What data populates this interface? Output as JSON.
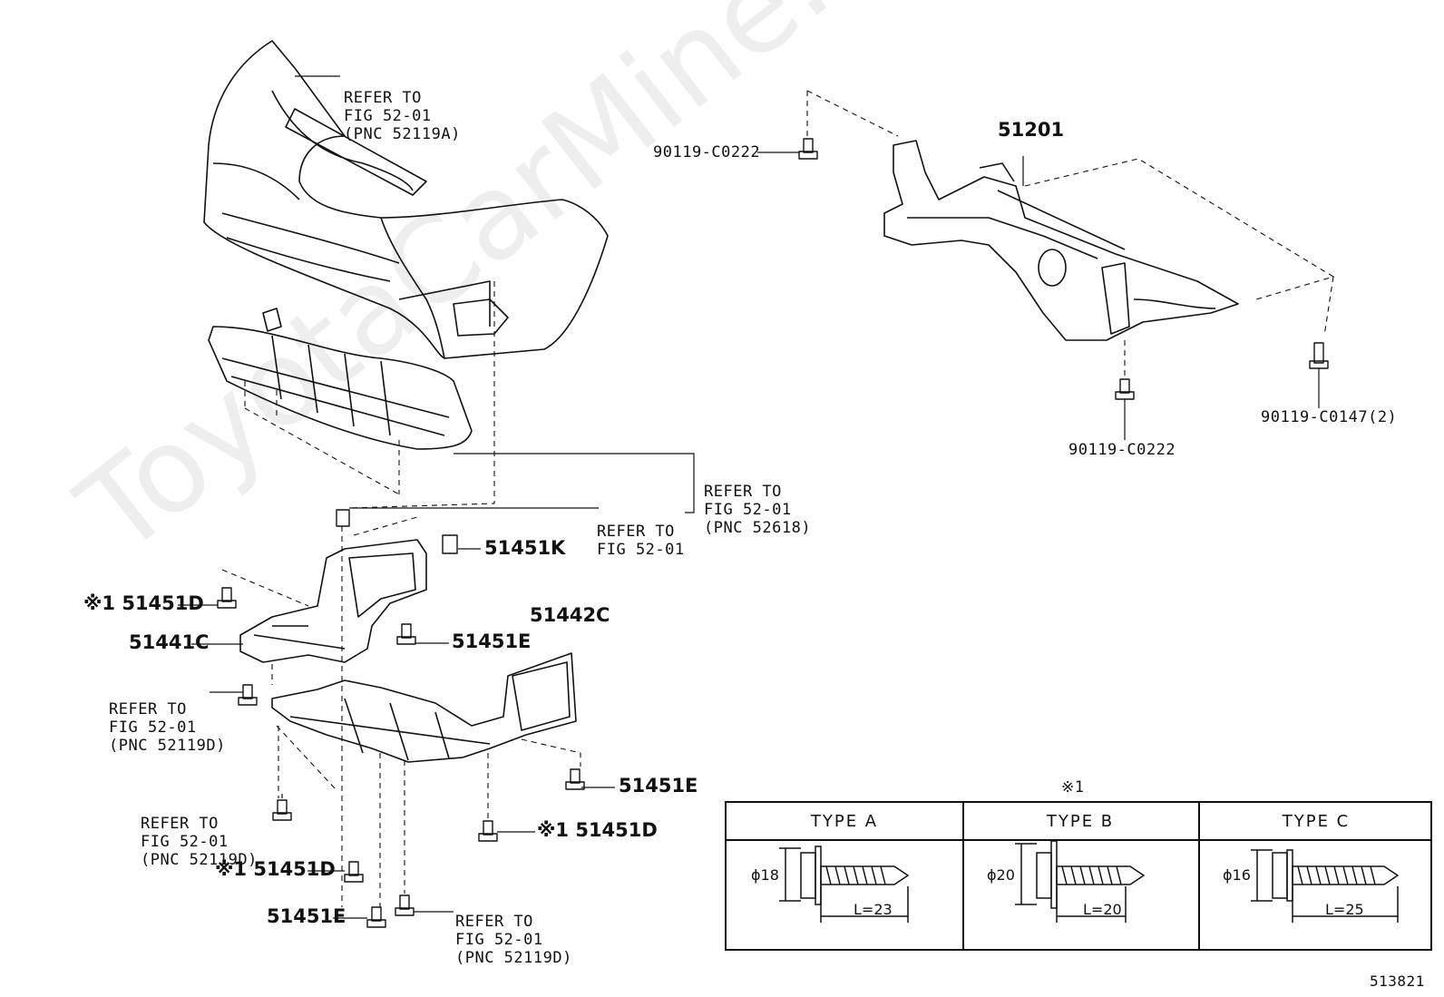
{
  "labels": {
    "refer_bumper": [
      "REFER TO",
      "FIG 52-01",
      "(PNC 52119A)"
    ],
    "refer_cover": [
      "REFER TO",
      "FIG 52-01",
      "(PNC 52618)"
    ],
    "refer_clip": [
      "REFER TO",
      "FIG 52-01"
    ],
    "refer_left_bolt": [
      "REFER TO",
      "FIG 52-01",
      "(PNC 52119D)"
    ],
    "refer_lower_left": [
      "REFER TO",
      "FIG 52-01",
      "(PNC 52119D)"
    ],
    "refer_bottom": [
      "REFER TO",
      "FIG 52-01",
      "(PNC 52119D)"
    ],
    "p51201": "51201",
    "p90119_left": "90119-C0222",
    "p90119_bottom": "90119-C0222",
    "p90119_right": "90119-C0147(2)",
    "p51451k": "51451K",
    "p51451d_1": "※1 51451D",
    "p51441c": "51441C",
    "p51451e_1": "51451E",
    "p51442c": "51442C",
    "p51451e_2": "51451E",
    "p51451d_2": "※1 51451D",
    "p51451d_3": "※1 51451D",
    "p51451e_3": "51451E",
    "watermark": "ToyotaCarMine.ru",
    "figure_number": "513821"
  },
  "spec_table": {
    "marker": "※1",
    "columns": [
      {
        "type": "TYPE  A",
        "diameter": "ϕ18",
        "length": "L=23"
      },
      {
        "type": "TYPE  B",
        "diameter": "ϕ20",
        "length": "L=20"
      },
      {
        "type": "TYPE  C",
        "diameter": "ϕ16",
        "length": "L=25"
      }
    ]
  }
}
